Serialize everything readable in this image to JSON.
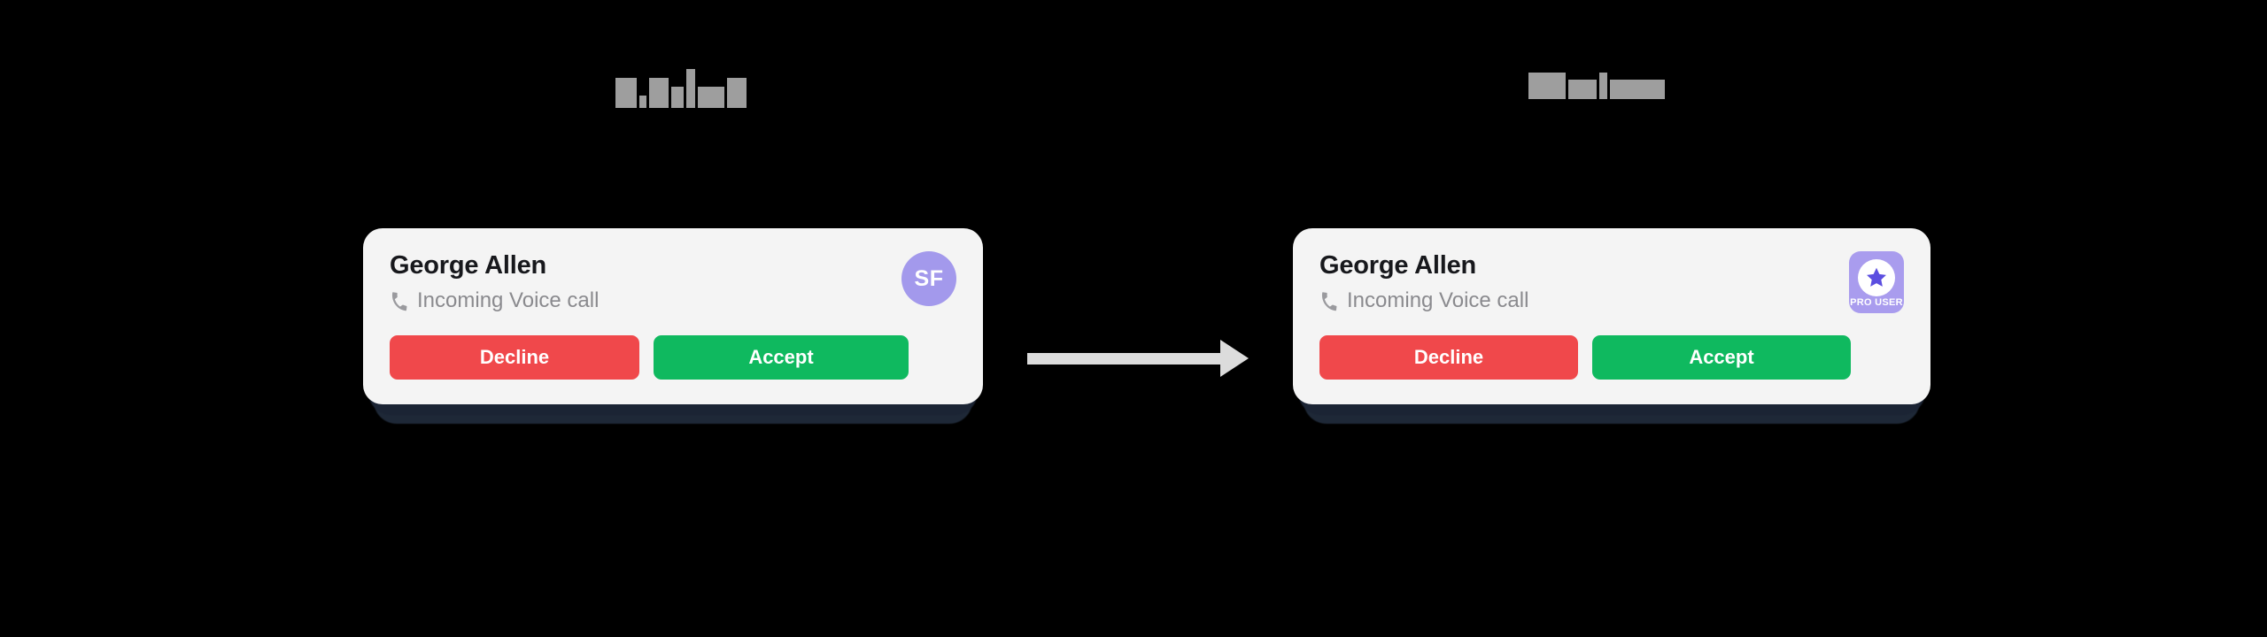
{
  "page": {
    "background_color": "#000000",
    "layout": "two incoming-call notification cards side by side connected by a left-to-right arrow"
  },
  "captions": {
    "left": {
      "text": "",
      "state": "redacted",
      "note": "gray pixelated block, text illegible",
      "color": "#9e9e9e",
      "blocks": [
        {
          "w": 24,
          "h": 34
        },
        {
          "w": 8,
          "h": 14
        },
        {
          "w": 22,
          "h": 34
        },
        {
          "w": 14,
          "h": 24
        },
        {
          "w": 10,
          "h": 44
        },
        {
          "w": 30,
          "h": 24
        },
        {
          "w": 22,
          "h": 34
        }
      ]
    },
    "right": {
      "text": "",
      "state": "redacted",
      "note": "gray pixelated block, text illegible",
      "color": "#9e9e9e",
      "blocks": [
        {
          "w": 42,
          "h": 30
        },
        {
          "w": 32,
          "h": 22
        },
        {
          "w": 9,
          "h": 30
        },
        {
          "w": 62,
          "h": 22
        }
      ]
    }
  },
  "arrow": {
    "direction": "right",
    "color": "#dcdcdc",
    "meaning": "left card transitions to right card"
  },
  "cards": {
    "left": {
      "caller_name": "George Allen",
      "call_status": "Incoming Voice call",
      "status_icon": "phone-icon",
      "background_color": "#f4f4f4",
      "avatar": {
        "type": "initials-avatar",
        "initials": "SF",
        "background_color": "#a399ec",
        "text_color": "#ffffff"
      },
      "buttons": {
        "decline_label": "Decline",
        "decline_color": "#f0484b",
        "accept_label": "Accept",
        "accept_color": "#0fb95f"
      }
    },
    "right": {
      "caller_name": "George Allen",
      "call_status": "Incoming Voice call",
      "status_icon": "phone-icon",
      "background_color": "#f4f4f4",
      "badge": {
        "type": "pro-user-badge",
        "label": "PRO USER",
        "icon": "star-icon",
        "background_color": "#a99cee",
        "disc_color": "#ffffff",
        "star_color": "#5b4ee0",
        "text_color": "#ffffff"
      },
      "buttons": {
        "decline_label": "Decline",
        "decline_color": "#f0484b",
        "accept_label": "Accept",
        "accept_color": "#0fb95f"
      }
    }
  }
}
